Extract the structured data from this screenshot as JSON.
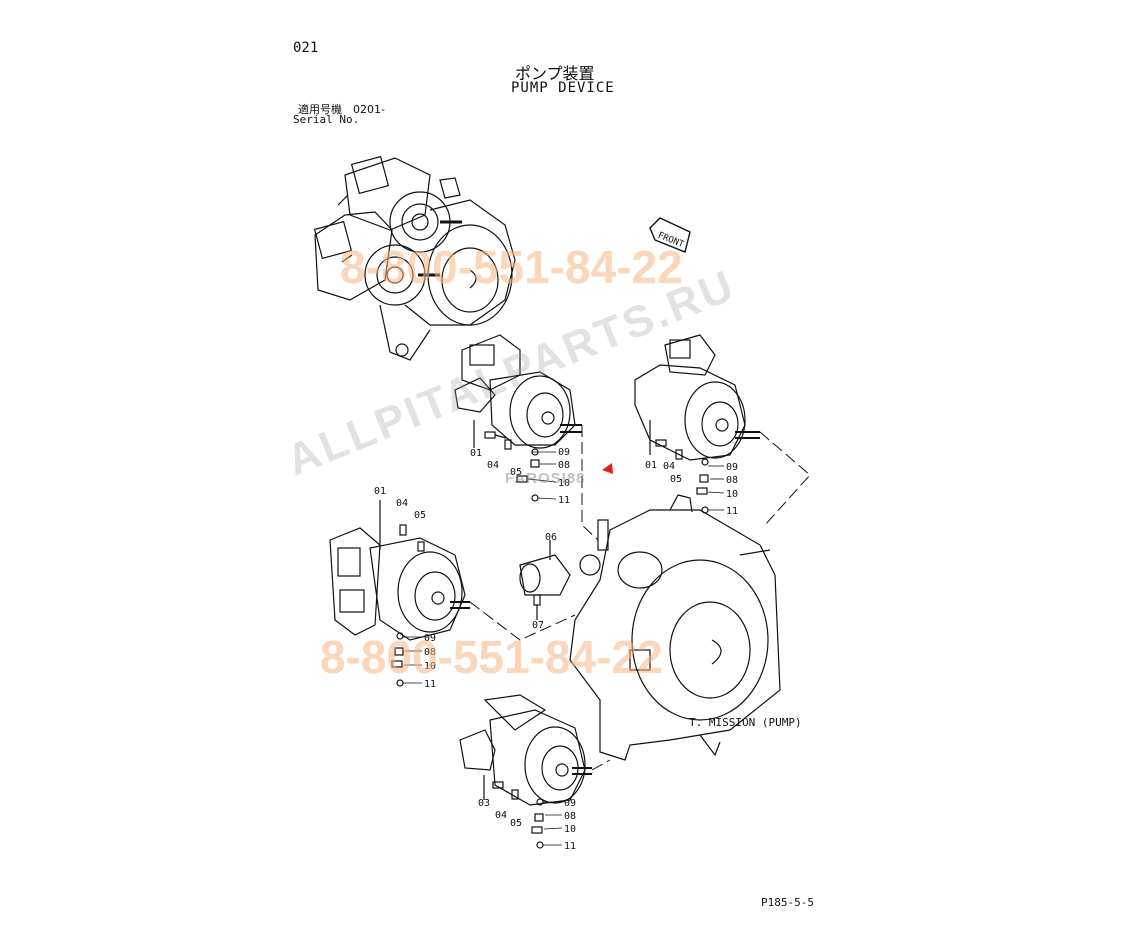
{
  "header": {
    "page_code": "021",
    "title_jp": "ポンプ装置",
    "title_en": "PUMP DEVICE",
    "serial_jp": "適用号機　0201-",
    "serial_en": "Serial No."
  },
  "labels": {
    "front": "FRONT",
    "transmission": "T. MISSION (PUMP)",
    "sheet_code": "P185-5-5"
  },
  "callouts": {
    "a": [
      "01",
      "04",
      "05",
      "09",
      "08",
      "10",
      "11"
    ],
    "b": [
      "01",
      "04",
      "05",
      "09",
      "08",
      "10",
      "11"
    ],
    "c": [
      "01",
      "04",
      "05",
      "09",
      "08",
      "10",
      "11"
    ],
    "d": [
      "03",
      "04",
      "05",
      "09",
      "08",
      "10",
      "11"
    ],
    "e": [
      "06",
      "07"
    ]
  },
  "watermarks": {
    "phone_1": "8-800-551-84-22",
    "phone_2": "8-800-551-84-22",
    "site": "ALLPITALPARTS.RU",
    "code": "FAROSI88"
  },
  "colors": {
    "ink": "#111111",
    "watermark_orange": "#f6b482",
    "watermark_gray": "#969696",
    "marker_red": "#e02020"
  }
}
